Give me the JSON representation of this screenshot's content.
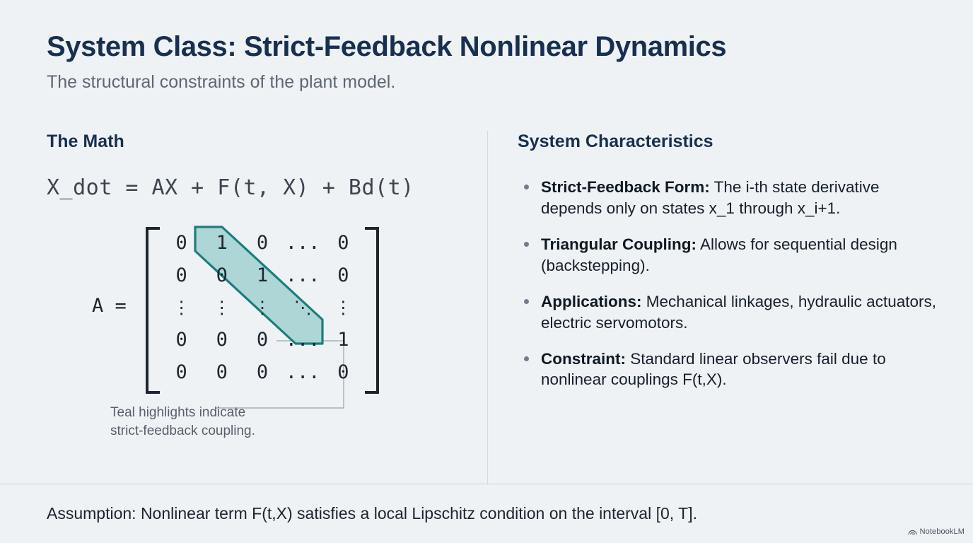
{
  "header": {
    "title": "System Class: Strict-Feedback Nonlinear Dynamics",
    "subtitle": "The structural constraints of the plant model."
  },
  "left_column": {
    "heading": "The Math",
    "equation": "X_dot = AX + F(t, X) + Bd(t)",
    "matrix": {
      "label": "A =",
      "rows": [
        [
          "0",
          "1",
          "0",
          "...",
          "0"
        ],
        [
          "0",
          "0",
          "1",
          "...",
          "0"
        ],
        [
          "⋮",
          "⋮",
          "⋮",
          "⋱",
          "⋮"
        ],
        [
          "0",
          "0",
          "0",
          "...",
          "1"
        ],
        [
          "0",
          "0",
          "0",
          "...",
          "0"
        ]
      ],
      "highlight_cells": [
        [
          0,
          1
        ],
        [
          1,
          2
        ],
        [
          3,
          4
        ]
      ],
      "highlight_fill": "#a8d4d2",
      "highlight_stroke": "#1b7d7d"
    },
    "caption_line1": "Teal highlights indicate",
    "caption_line2": "strict-feedback coupling."
  },
  "right_column": {
    "heading": "System Characteristics",
    "bullets": [
      {
        "term": "Strict-Feedback Form:",
        "text": " The i-th state derivative depends only on states x_1 through x_i+1."
      },
      {
        "term": "Triangular Coupling:",
        "text": " Allows for sequential design (backstepping)."
      },
      {
        "term": "Applications:",
        "text": " Mechanical linkages, hydraulic actuators, electric servomotors."
      },
      {
        "term": "Constraint:",
        "text": " Standard linear observers fail due to nonlinear couplings F(t,X)."
      }
    ]
  },
  "footer": {
    "assumption": "Assumption: Nonlinear term F(t,X) satisfies a local Lipschitz condition on the interval [0, T].",
    "brand": "NotebookLM"
  },
  "colors": {
    "background": "#eff2f5",
    "heading": "#18304f",
    "subtitle": "#5d6673",
    "body": "#16202b",
    "teal_fill": "#a8d4d2",
    "teal_stroke": "#1b7d7d",
    "divider": "#d3d9e0"
  }
}
